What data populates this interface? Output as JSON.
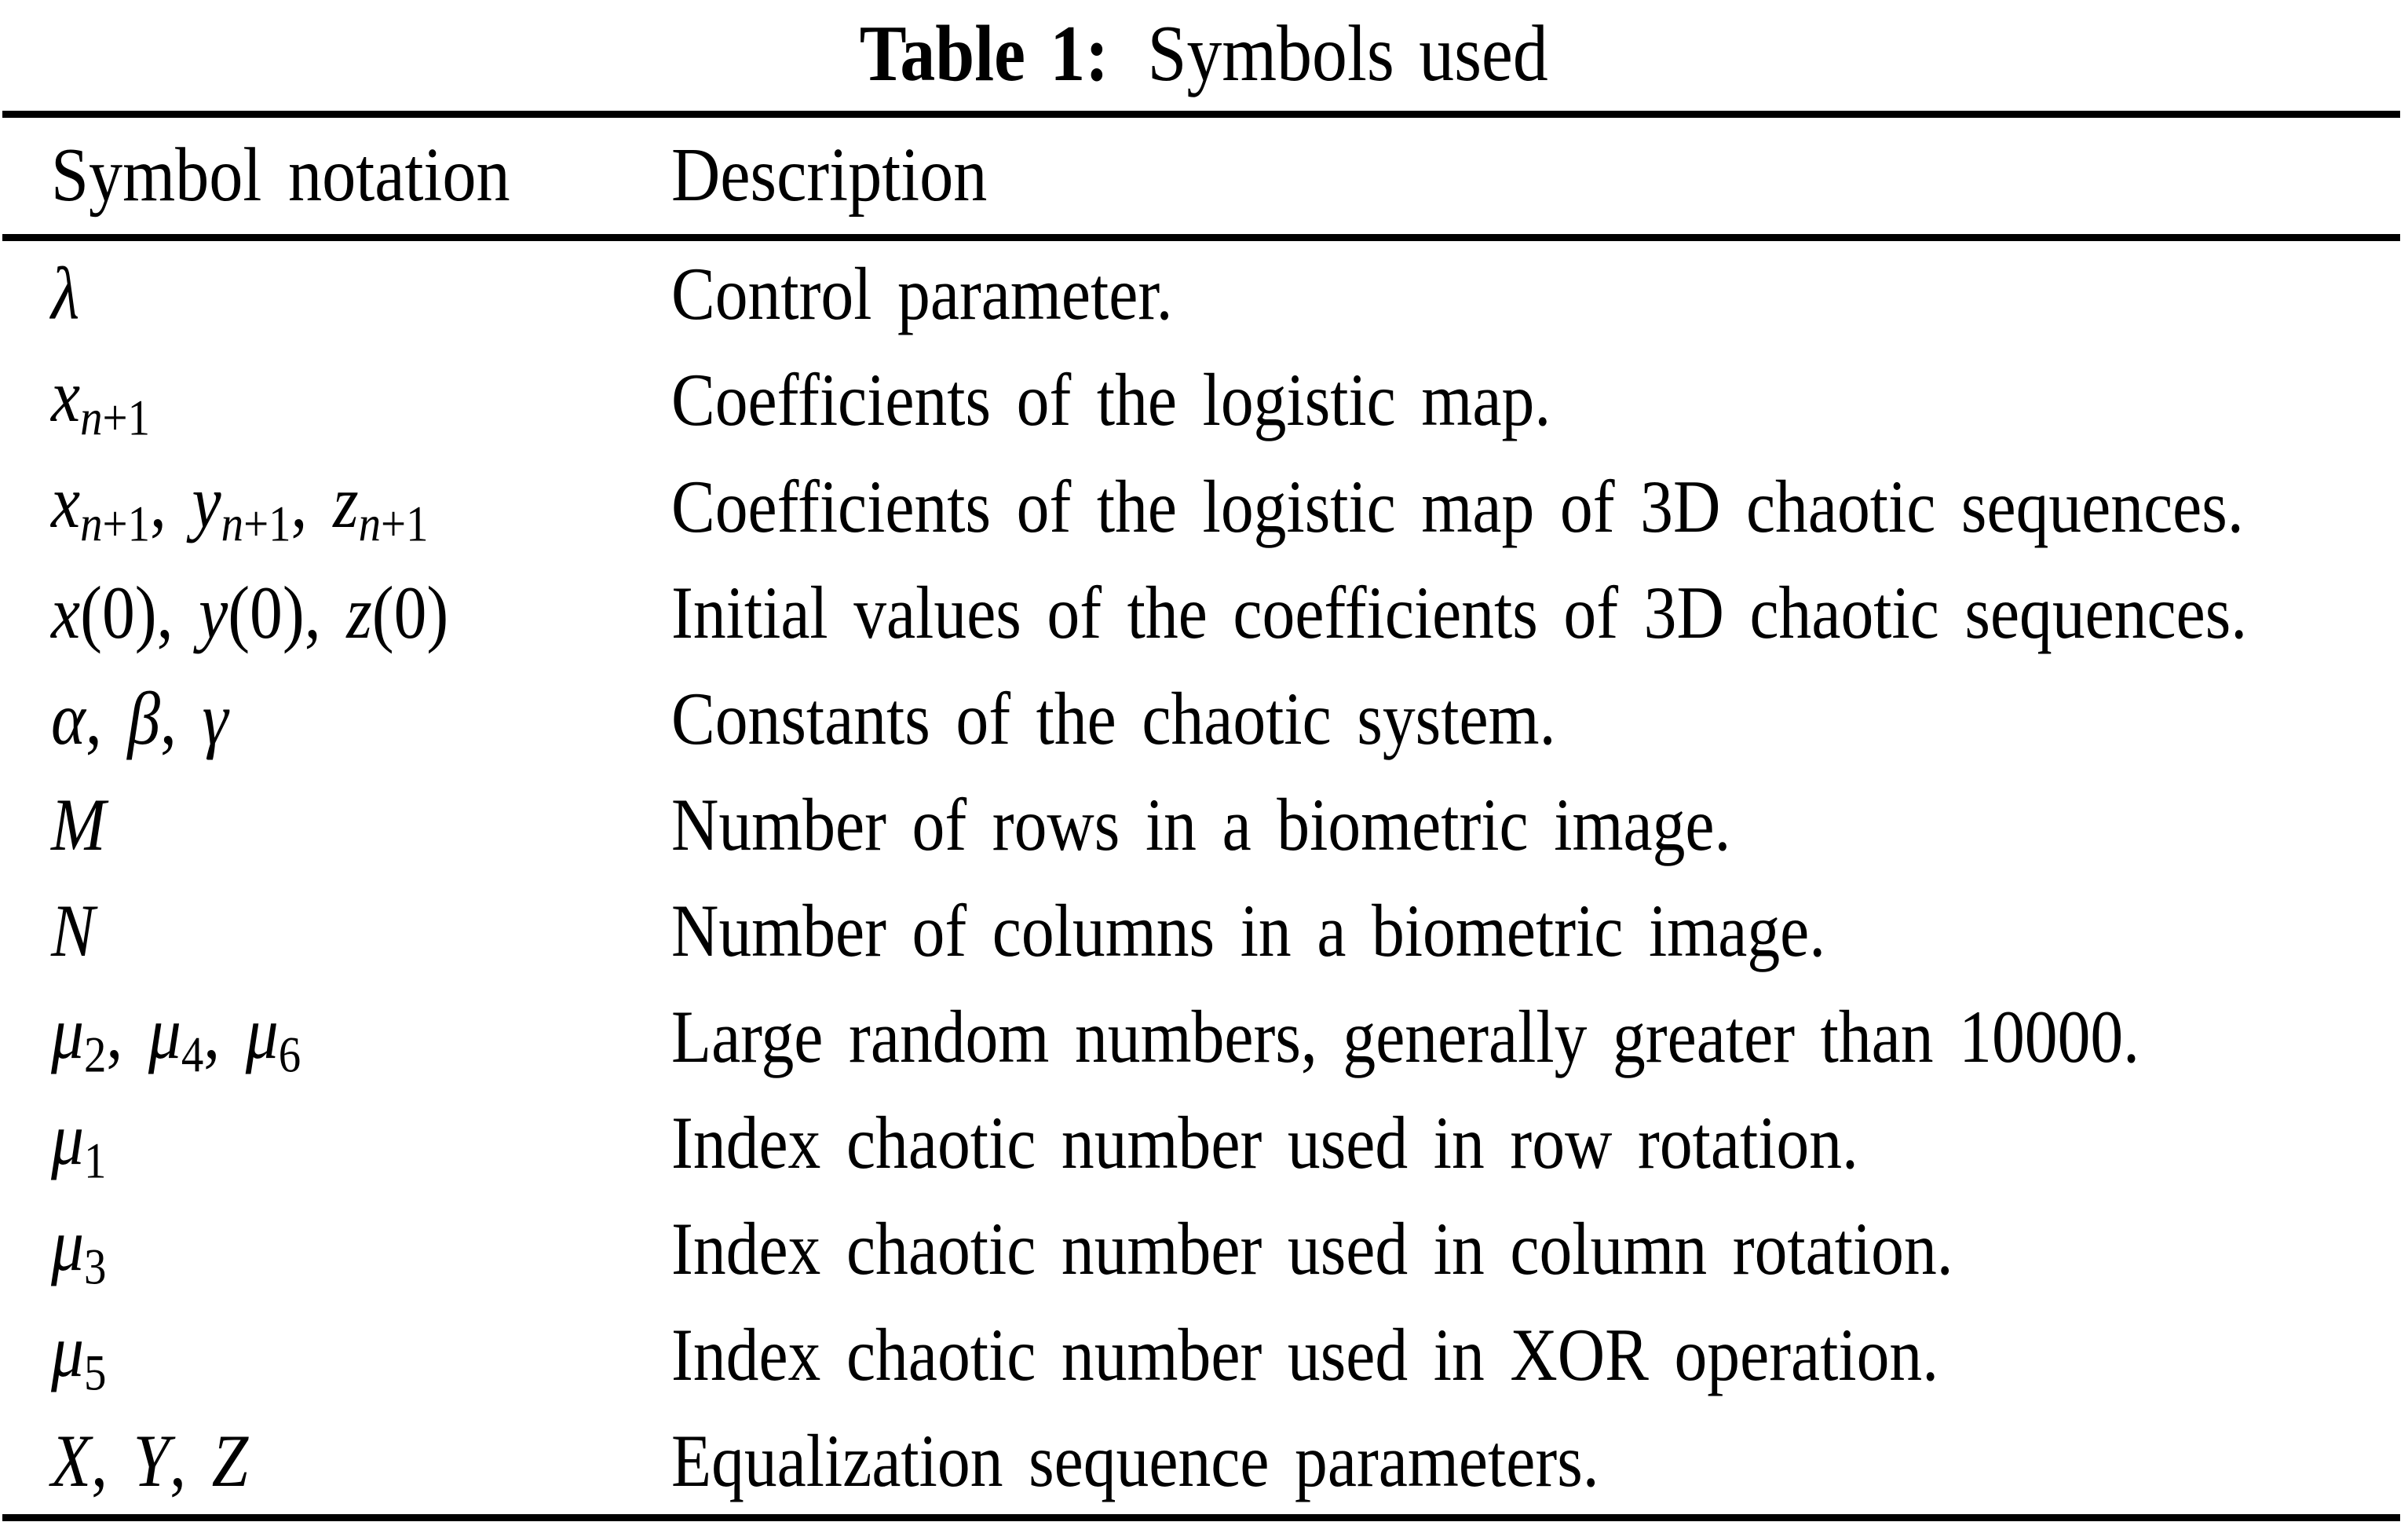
{
  "caption": {
    "label": "Table 1:",
    "title": "Symbols used"
  },
  "table": {
    "columns": [
      "Symbol notation",
      "Description"
    ],
    "rows": [
      {
        "symbol": [
          {
            "t": "λ",
            "i": true
          }
        ],
        "symbol_text": "λ",
        "description": "Control parameter."
      },
      {
        "symbol": [
          {
            "t": "x",
            "i": true
          },
          {
            "t": "n",
            "i": true,
            "s": true
          },
          {
            "t": "+1",
            "s": true
          }
        ],
        "symbol_text": "x_{n+1}",
        "description": "Coefficients of the logistic map."
      },
      {
        "symbol": [
          {
            "t": "x",
            "i": true
          },
          {
            "t": "n",
            "i": true,
            "s": true
          },
          {
            "t": "+1",
            "s": true
          },
          {
            "t": ", "
          },
          {
            "t": "y",
            "i": true
          },
          {
            "t": "n",
            "i": true,
            "s": true
          },
          {
            "t": "+1",
            "s": true
          },
          {
            "t": ", "
          },
          {
            "t": "z",
            "i": true
          },
          {
            "t": "n",
            "i": true,
            "s": true
          },
          {
            "t": "+1",
            "s": true
          }
        ],
        "symbol_text": "x_{n+1}, y_{n+1}, z_{n+1}",
        "description": "Coefficients of the logistic map of 3D chaotic sequences."
      },
      {
        "symbol": [
          {
            "t": "x",
            "i": true
          },
          {
            "t": "(0), "
          },
          {
            "t": "y",
            "i": true
          },
          {
            "t": "(0), "
          },
          {
            "t": "z",
            "i": true
          },
          {
            "t": "(0)"
          }
        ],
        "symbol_text": "x(0), y(0), z(0)",
        "description": "Initial values of the coefficients of 3D chaotic sequences."
      },
      {
        "symbol": [
          {
            "t": "α",
            "i": true
          },
          {
            "t": ", "
          },
          {
            "t": "β",
            "i": true
          },
          {
            "t": ", "
          },
          {
            "t": "γ",
            "i": true
          }
        ],
        "symbol_text": "α, β, γ",
        "description": "Constants of the chaotic system."
      },
      {
        "symbol": [
          {
            "t": "M",
            "i": true
          }
        ],
        "symbol_text": "M",
        "description": "Number of rows in a biometric image."
      },
      {
        "symbol": [
          {
            "t": "N",
            "i": true
          }
        ],
        "symbol_text": "N",
        "description": "Number of columns in a biometric image."
      },
      {
        "symbol": [
          {
            "t": "μ",
            "i": true
          },
          {
            "t": "2",
            "s": true
          },
          {
            "t": ", "
          },
          {
            "t": "μ",
            "i": true
          },
          {
            "t": "4",
            "s": true
          },
          {
            "t": ", "
          },
          {
            "t": "μ",
            "i": true
          },
          {
            "t": "6",
            "s": true
          }
        ],
        "symbol_text": "μ_2, μ_4, μ_6",
        "description": "Large random numbers, generally greater than 10000."
      },
      {
        "symbol": [
          {
            "t": "μ",
            "i": true
          },
          {
            "t": "1",
            "s": true
          }
        ],
        "symbol_text": "μ_1",
        "description": "Index chaotic number used in row rotation."
      },
      {
        "symbol": [
          {
            "t": "μ",
            "i": true
          },
          {
            "t": "3",
            "s": true
          }
        ],
        "symbol_text": "μ_3",
        "description": "Index chaotic number used in column rotation."
      },
      {
        "symbol": [
          {
            "t": "μ",
            "i": true
          },
          {
            "t": "5",
            "s": true
          }
        ],
        "symbol_text": "μ_5",
        "description": "Index chaotic number used in XOR operation."
      },
      {
        "symbol": [
          {
            "t": "X",
            "i": true
          },
          {
            "t": ", "
          },
          {
            "t": "Y",
            "i": true
          },
          {
            "t": ", "
          },
          {
            "t": "Z",
            "i": true
          }
        ],
        "symbol_text": "X, Y, Z",
        "description": "Equalization sequence parameters."
      }
    ]
  },
  "colors": {
    "background": "#ffffff",
    "text": "#000000",
    "rule": "#000000"
  }
}
